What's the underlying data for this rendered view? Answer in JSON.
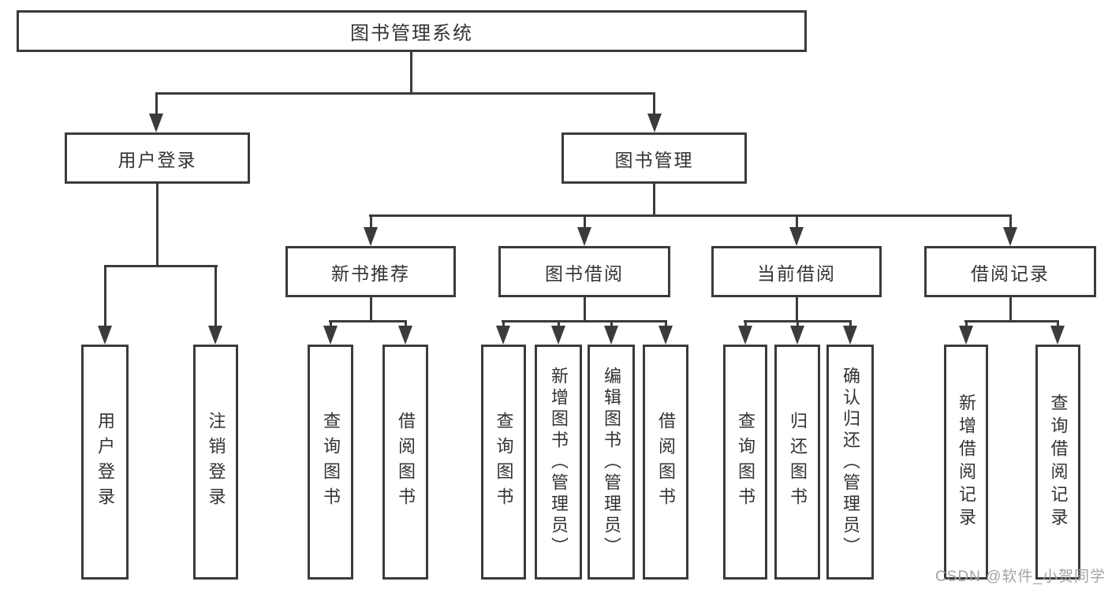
{
  "tree": {
    "root": {
      "label": "图书管理系统"
    },
    "branches": [
      {
        "label": "用户登录",
        "children": [
          {
            "label": "用户登录"
          },
          {
            "label": "注销登录"
          }
        ]
      },
      {
        "label": "图书管理",
        "groups": [
          {
            "label": "新书推荐",
            "children": [
              {
                "label": "查询图书"
              },
              {
                "label": "借阅图书"
              }
            ]
          },
          {
            "label": "图书借阅",
            "children": [
              {
                "label": "查询图书"
              },
              {
                "label": "新增图书（管理员）"
              },
              {
                "label": "编辑图书（管理员）"
              },
              {
                "label": "借阅图书"
              }
            ]
          },
          {
            "label": "当前借阅",
            "children": [
              {
                "label": "查询图书"
              },
              {
                "label": "归还图书"
              },
              {
                "label": "确认归还（管理员）"
              }
            ]
          },
          {
            "label": "借阅记录",
            "children": [
              {
                "label": "新增借阅记录"
              },
              {
                "label": "查询借阅记录"
              }
            ]
          }
        ]
      }
    ]
  },
  "watermark": {
    "text": "CSDN @软件_小贺同学"
  },
  "colors": {
    "line": "#3b3b3b",
    "text": "#333333",
    "watermark": "#a3a3a3",
    "background": "#ffffff"
  }
}
